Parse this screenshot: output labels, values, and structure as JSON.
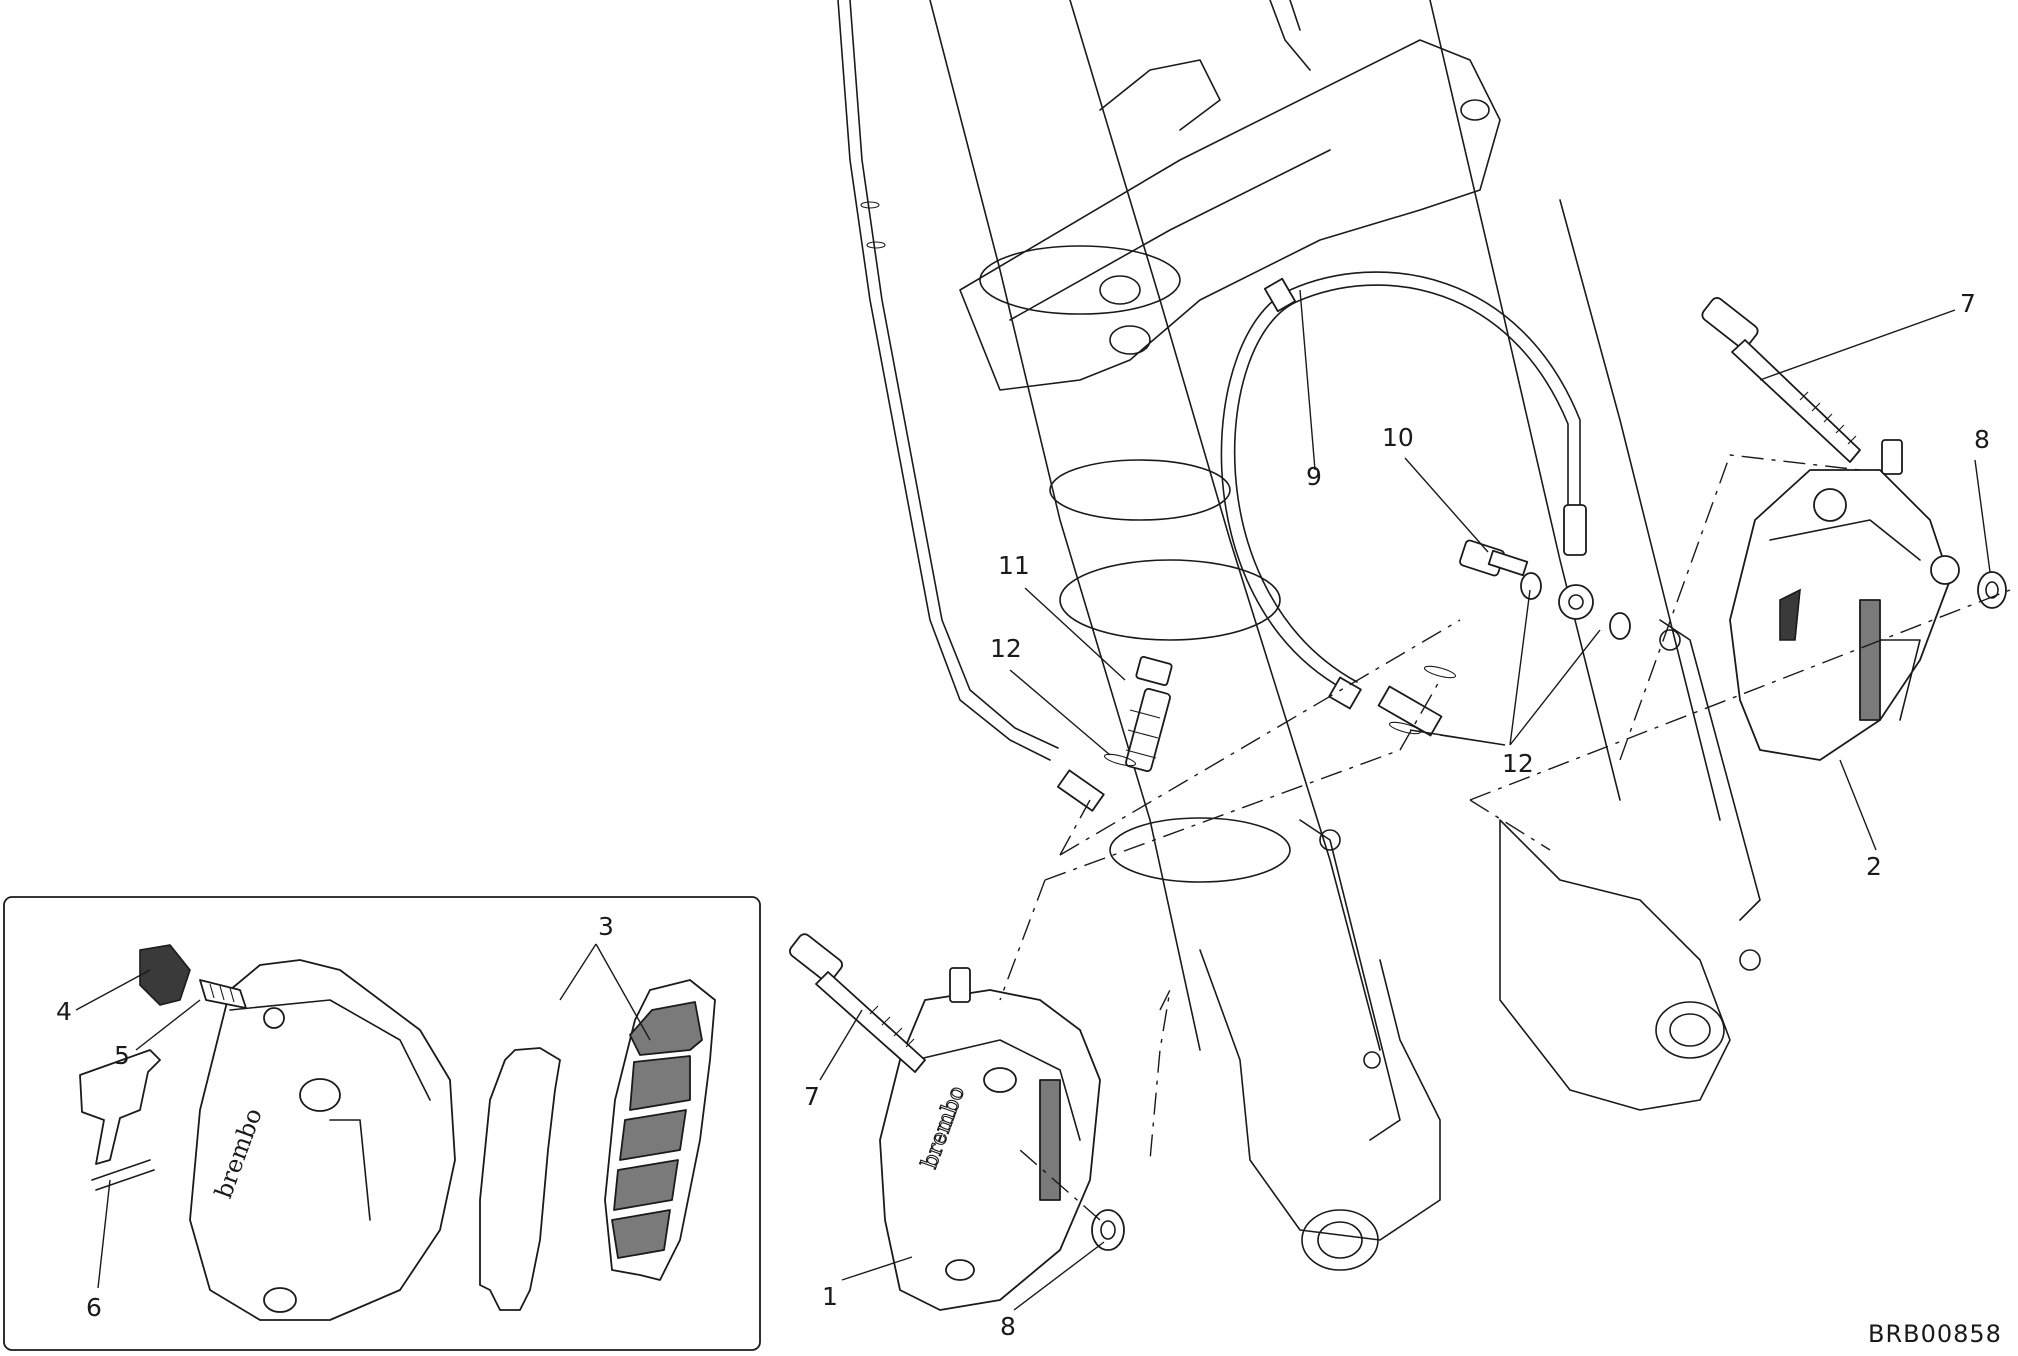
{
  "callouts": {
    "c1": "1",
    "c2": "2",
    "c3": "3",
    "c4": "4",
    "c5": "5",
    "c6": "6",
    "c7a": "7",
    "c7b": "7",
    "c8a": "8",
    "c8b": "8",
    "c9": "9",
    "c10": "10",
    "c11": "11",
    "c12a": "12",
    "c12b": "12"
  },
  "drawing_code": "BRB00858"
}
